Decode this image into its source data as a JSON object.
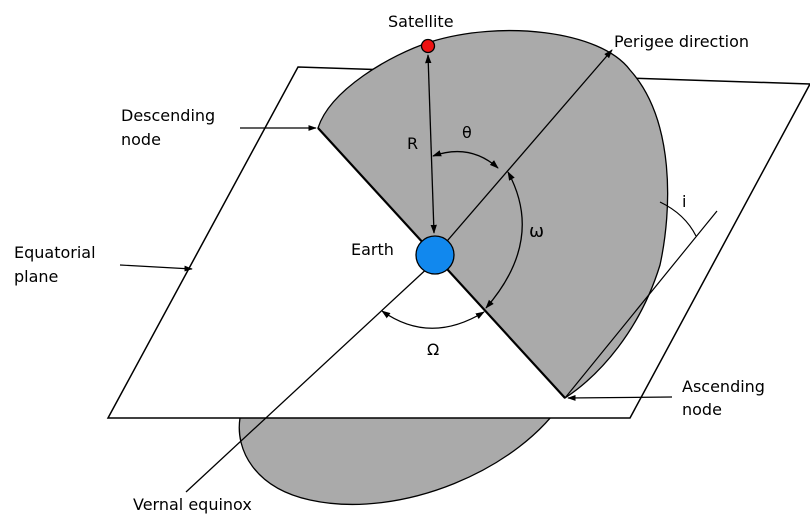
{
  "labels": {
    "satellite": "Satellite",
    "perigee": "Perigee direction",
    "descending_1": "Descending",
    "descending_2": "node",
    "equatorial_1": "Equatorial",
    "equatorial_2": "plane",
    "earth": "Earth",
    "radius": "R",
    "theta": "θ",
    "omega_small": "ω",
    "omega_big": "Ω",
    "inclination": "i",
    "ascending_1": "Ascending",
    "ascending_2": "node",
    "vernal": "Vernal equinox"
  },
  "colors": {
    "orbit_fill": "#aaaaaa",
    "earth_fill": "#1188ee",
    "satellite_fill": "#ee1111",
    "plane_fill": "#ffffff",
    "stroke": "#000000"
  }
}
